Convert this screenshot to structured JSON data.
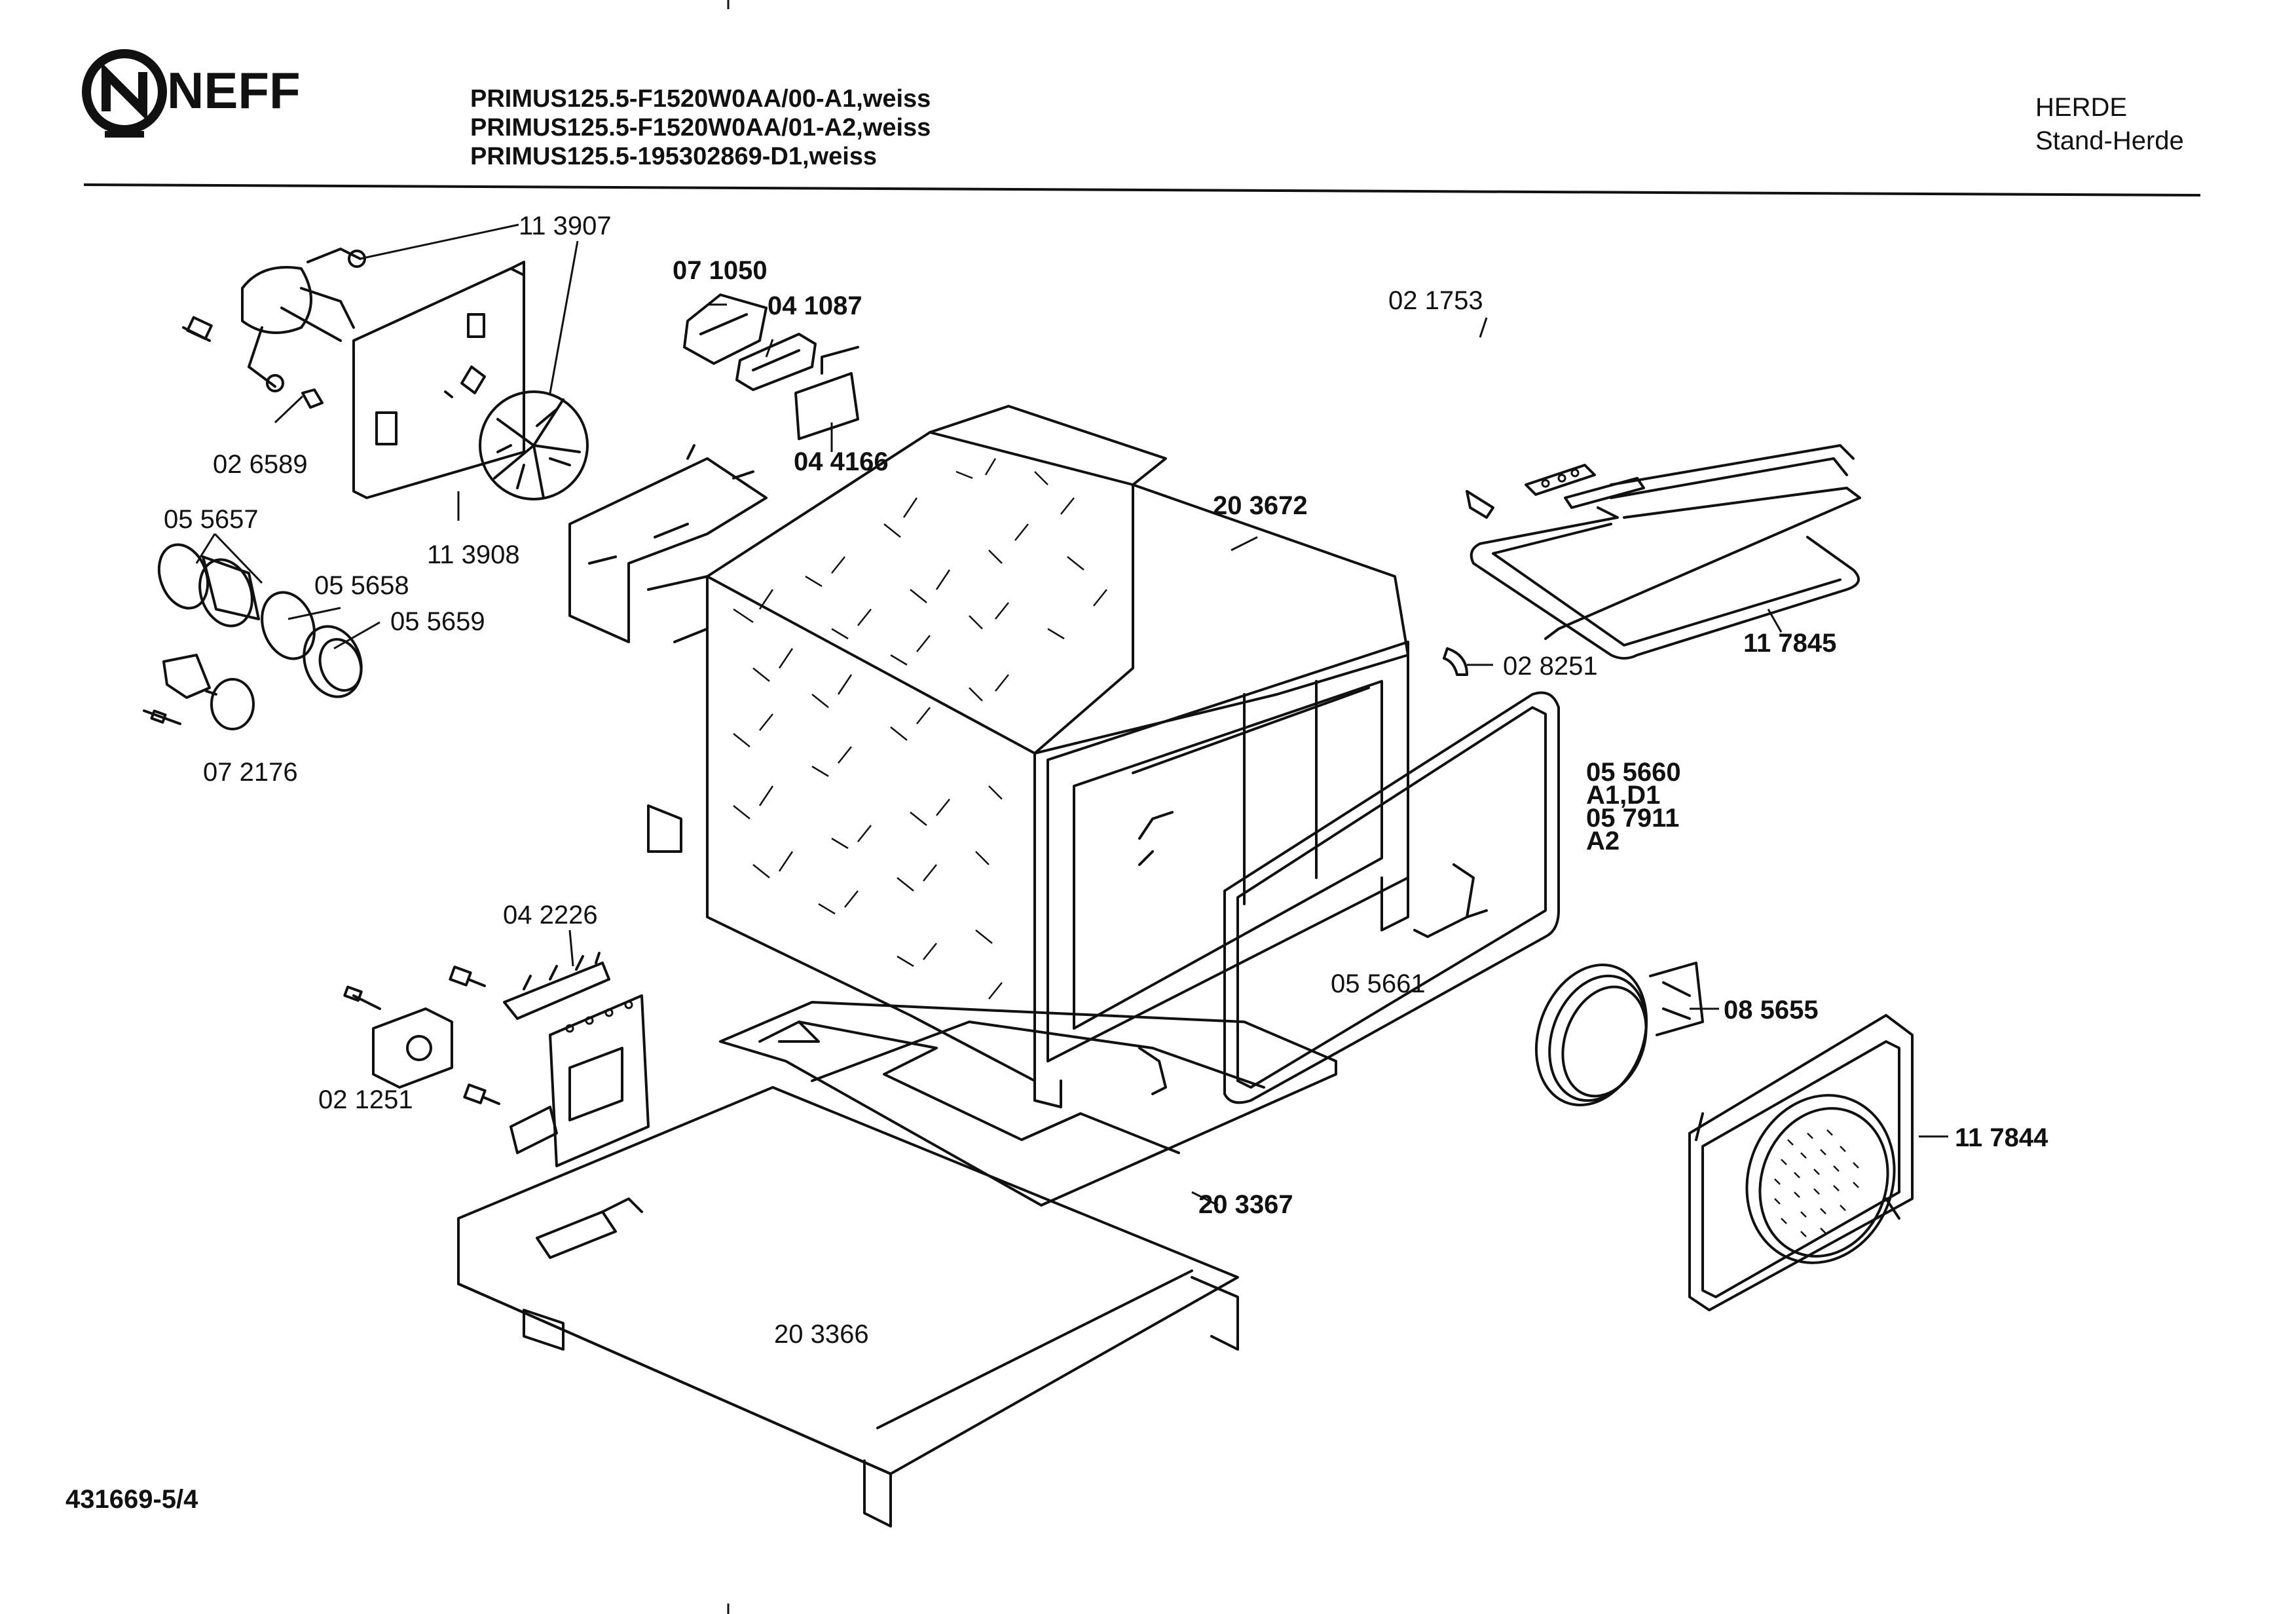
{
  "header": {
    "brand": "NEFF",
    "model_lines": [
      "PRIMUS125.5-F1520W0AA/00-A1,weiss",
      "PRIMUS125.5-F1520W0AA/01-A2,weiss",
      "PRIMUS125.5-195302869-D1,weiss"
    ],
    "category": "HERDE",
    "subcategory": "Stand-Herde"
  },
  "footer": {
    "doc_id": "431669-5/4"
  },
  "parts": {
    "p113907": "11 3907",
    "p113908": "11 3908",
    "p026589": "02 6589",
    "p055657": "05 5657",
    "p055658": "05 5658",
    "p055659": "05 5659",
    "p072176": "07 2176",
    "p071050": "07 1050",
    "p041087": "04 1087",
    "p044166": "04 4166",
    "p021753": "02 1753",
    "p203672": "20 3672",
    "p117845": "11 7845",
    "p028251": "02 8251",
    "p055660_a": "05 5660",
    "p055660_b": "A1,D1",
    "p057911_a": "05 7911",
    "p057911_b": "A2",
    "p042226": "04 2226",
    "p021251": "02 1251",
    "p055661": "05 5661",
    "p085655": "08 5655",
    "p117844": "11 7844",
    "p203367": "20 3367",
    "p203366": "20 3366"
  }
}
